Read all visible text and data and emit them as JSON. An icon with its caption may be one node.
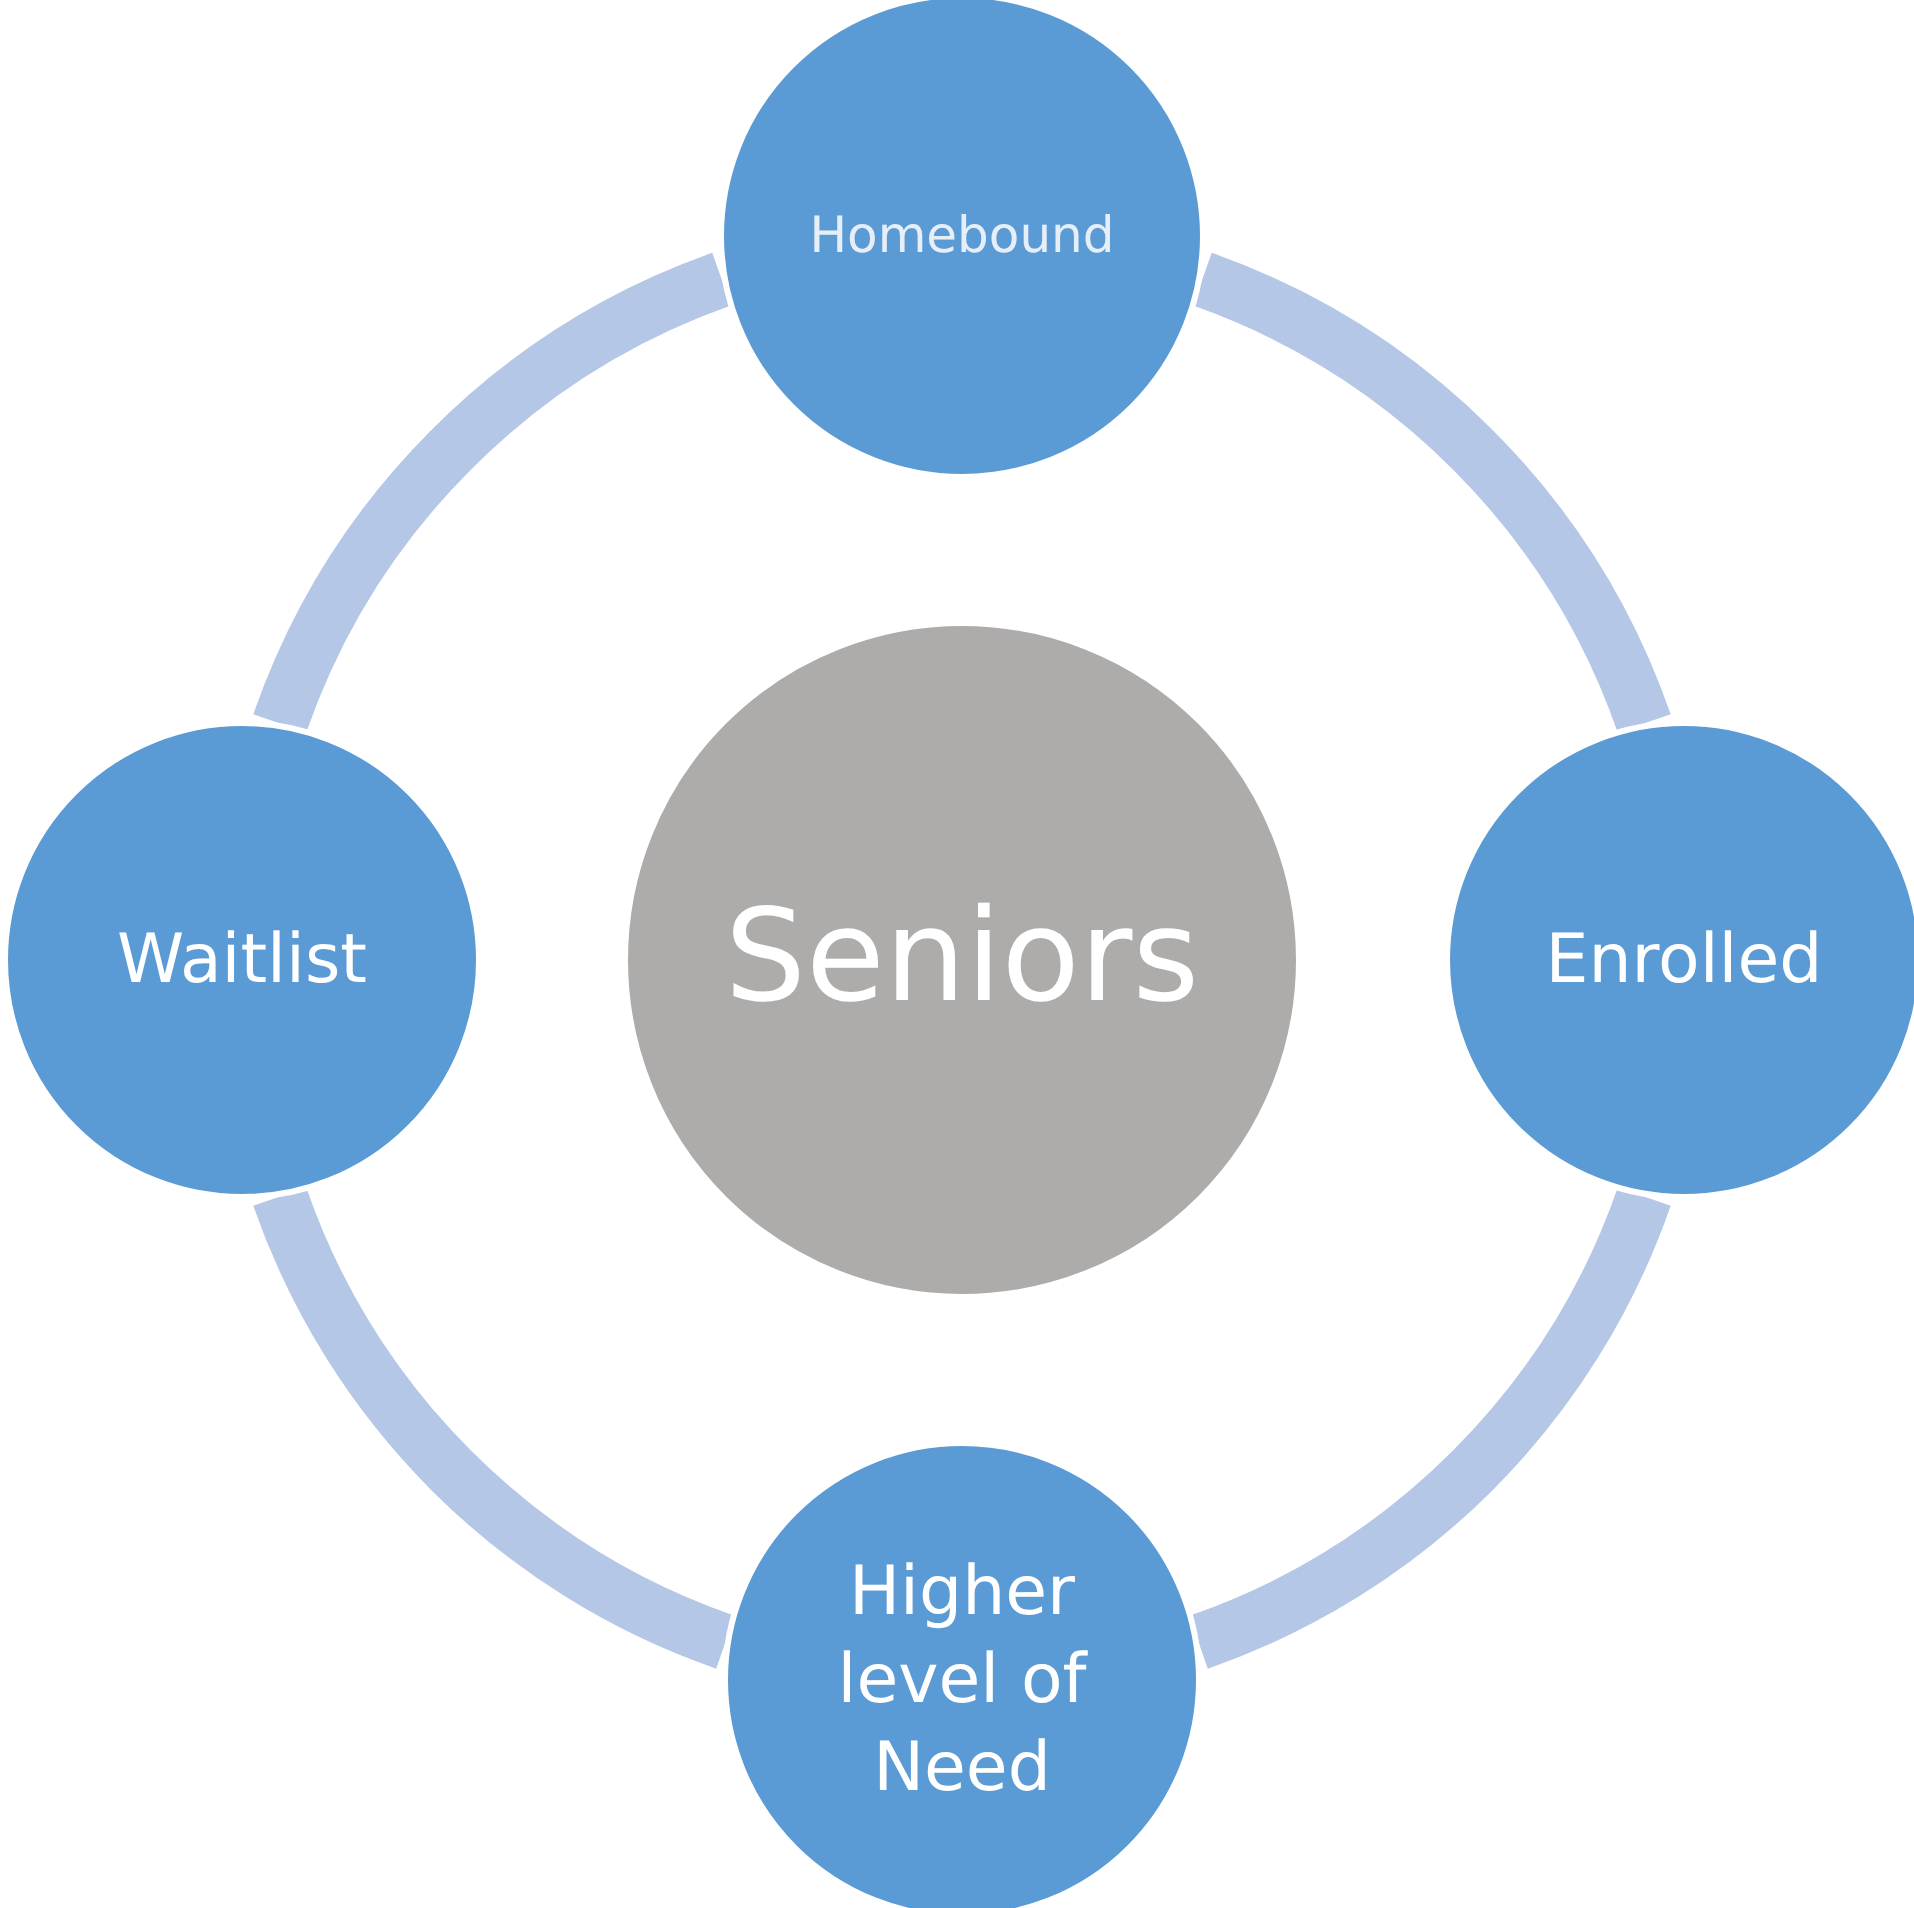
{
  "diagram": {
    "nodes": [
      {
        "text": [
          "Seniors"
        ]
      },
      {
        "text": [
          "Homebound"
        ]
      },
      {
        "text": [
          "Enrolled"
        ]
      },
      {
        "text": [
          "Higher level of Need"
        ]
      },
      {
        "text": [
          "Waitlist"
        ]
      }
    ],
    "edges": [
      {
        "from": 1,
        "to": 2,
        "arrow": "none"
      },
      {
        "from": 2,
        "to": 3,
        "arrow": "none"
      },
      {
        "from": 3,
        "to": 4,
        "arrow": "none"
      },
      {
        "from": 4,
        "to": 1,
        "arrow": "none"
      }
    ]
  }
}
